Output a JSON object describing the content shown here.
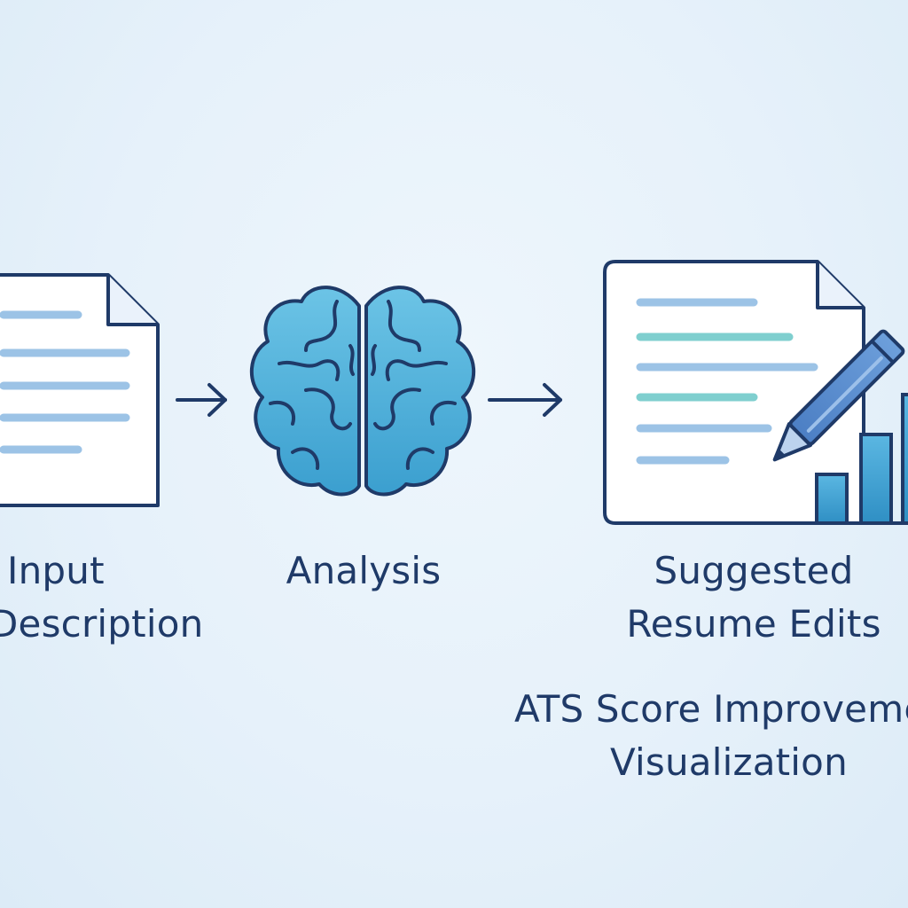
{
  "steps": [
    {
      "id": "input",
      "label_line1": "Input",
      "label_line2": "Description",
      "icon": "document-icon"
    },
    {
      "id": "analysis",
      "label": "Analysis",
      "icon": "brain-icon"
    },
    {
      "id": "output",
      "label_line1": "Suggested",
      "label_line2": "Resume Edits",
      "icon": "document-edit-chart-icon"
    }
  ],
  "extra": {
    "label_line1": "ATS Score Improvement",
    "label_line2": "Visualization"
  },
  "colors": {
    "outline": "#1f3a68",
    "doc_line_blue": "#9cc3e6",
    "doc_line_teal": "#7fcfcf",
    "brain_fill": "#4fb0d8",
    "bar_fill": "#3a9dd0",
    "pencil_fill": "#5a8fd0"
  }
}
